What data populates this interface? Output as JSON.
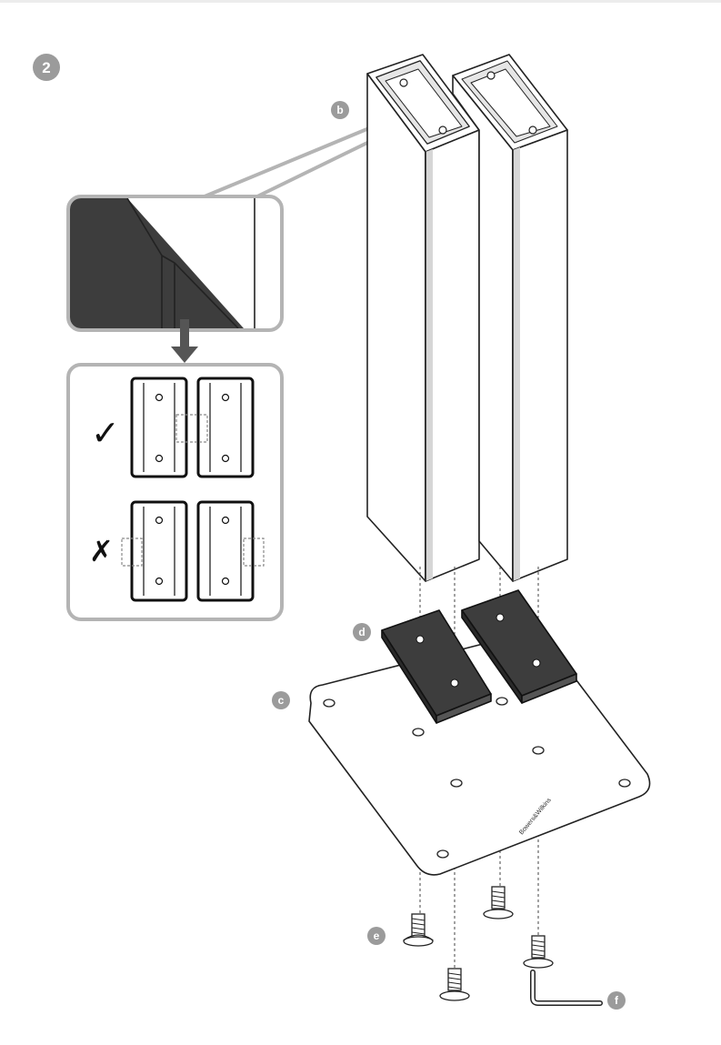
{
  "step": {
    "number": "2"
  },
  "labels": {
    "b": "b",
    "c": "c",
    "d": "d",
    "e": "e",
    "f": "f"
  },
  "plate": {
    "brand": "Bowers&Wilkins"
  },
  "orientation_guide": {
    "correct_symbol": "✓",
    "incorrect_symbol": "✗"
  },
  "colors": {
    "line": "#222222",
    "badge": "#9b9b9b",
    "callout_frame": "#b4b4b4",
    "dark_fill": "#3d3d3d",
    "light_fill": "#ffffff",
    "pillar_shade": "#d6d6d6"
  }
}
